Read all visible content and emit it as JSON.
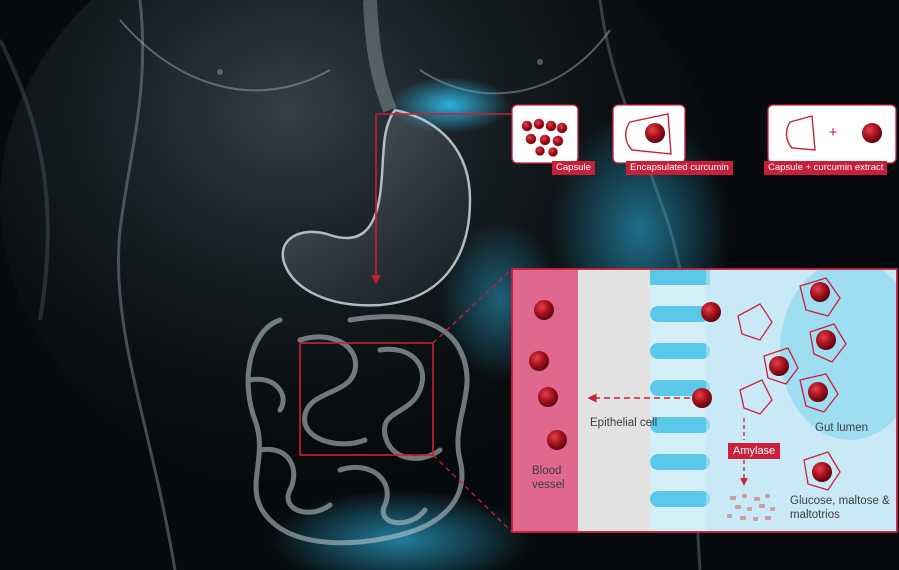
{
  "labels": {
    "capsule": "Capsule",
    "encapsulated_curcumin": "Encapsulated curcumin",
    "capsule_plus_extract": "Capsule + curcumin extract",
    "amylase": "Amylase",
    "plus_sign": "+"
  },
  "text": {
    "epithelial_cell": "Epithelial cell",
    "blood_vessel": "Blood vessel",
    "gut_lumen": "Gut lumen",
    "glucose": "Glucose, maltose & maltotrios"
  },
  "colors": {
    "accent_red": "#c8203a",
    "blood_pink": "#e0678e",
    "villi_blue": "#5ac8e8",
    "lumen_bg": "#d4eef8",
    "cell_gray": "#e2e2e2",
    "curcumin_red": "#a8101e"
  }
}
